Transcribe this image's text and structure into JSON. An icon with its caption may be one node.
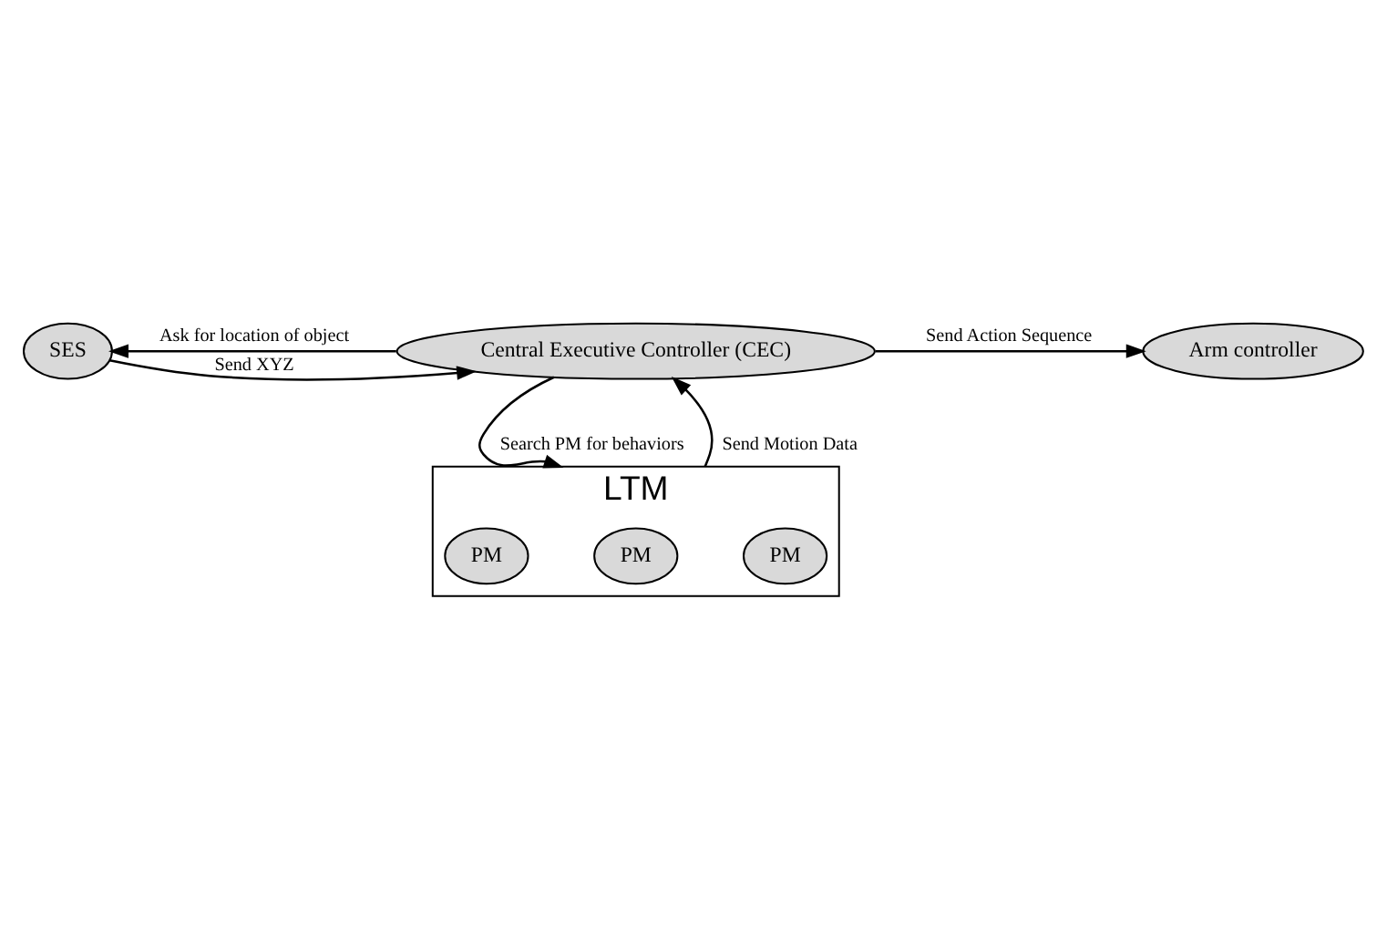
{
  "diagram": {
    "nodes": [
      {
        "text": [
          "SES"
        ]
      },
      {
        "text": [
          "Central Executive Controller (CEC)"
        ]
      },
      {
        "text": [
          "Arm controller"
        ]
      },
      {
        "text": [
          "LTM"
        ]
      },
      {
        "text": [
          "PM"
        ],
        "in": 3
      },
      {
        "text": [
          "PM"
        ],
        "in": 3
      },
      {
        "text": [
          "PM"
        ],
        "in": 3
      }
    ],
    "edges": [
      {
        "from": 0,
        "to": 1,
        "arrow": "to",
        "label": "Send XYZ"
      },
      {
        "from": 1,
        "to": 0,
        "arrow": "to",
        "label": "Ask for location of object"
      },
      {
        "from": 1,
        "to": 2,
        "arrow": "to",
        "label": "Send Action Sequence"
      },
      {
        "from": 1,
        "to": 3,
        "arrow": "to",
        "label": "Search PM for behaviors"
      },
      {
        "from": 3,
        "to": 1,
        "arrow": "to",
        "label": "Send Motion Data"
      }
    ]
  }
}
